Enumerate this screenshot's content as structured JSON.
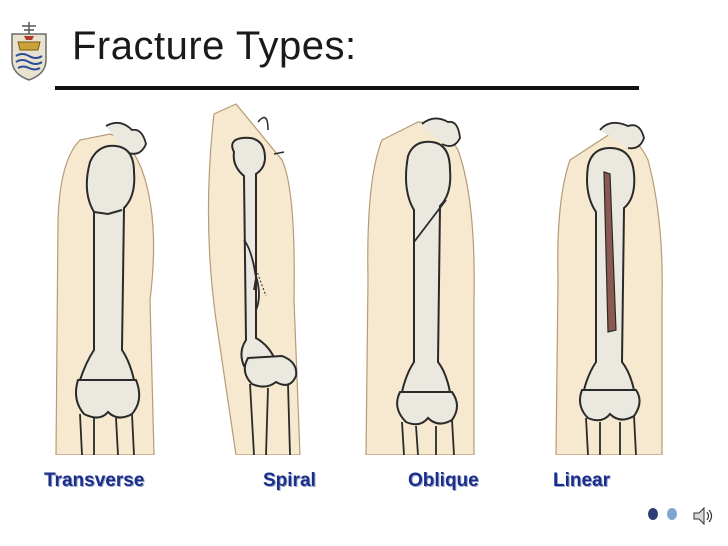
{
  "slide": {
    "title": "Fracture Types:",
    "labels": [
      "Transverse",
      "Spiral",
      "Oblique",
      "Linear"
    ]
  },
  "icons": {
    "crest": "university-crest-icon",
    "nav_prev": "nav-dot-icon",
    "nav_next": "nav-dot-icon",
    "sound": "speaker-icon"
  },
  "colors": {
    "label": "#1a2f8a",
    "skin": "#f7e9cf",
    "bone": "#ebe8e0",
    "outline": "#2a2a2a",
    "fracture_fill": "#8a5a52"
  }
}
